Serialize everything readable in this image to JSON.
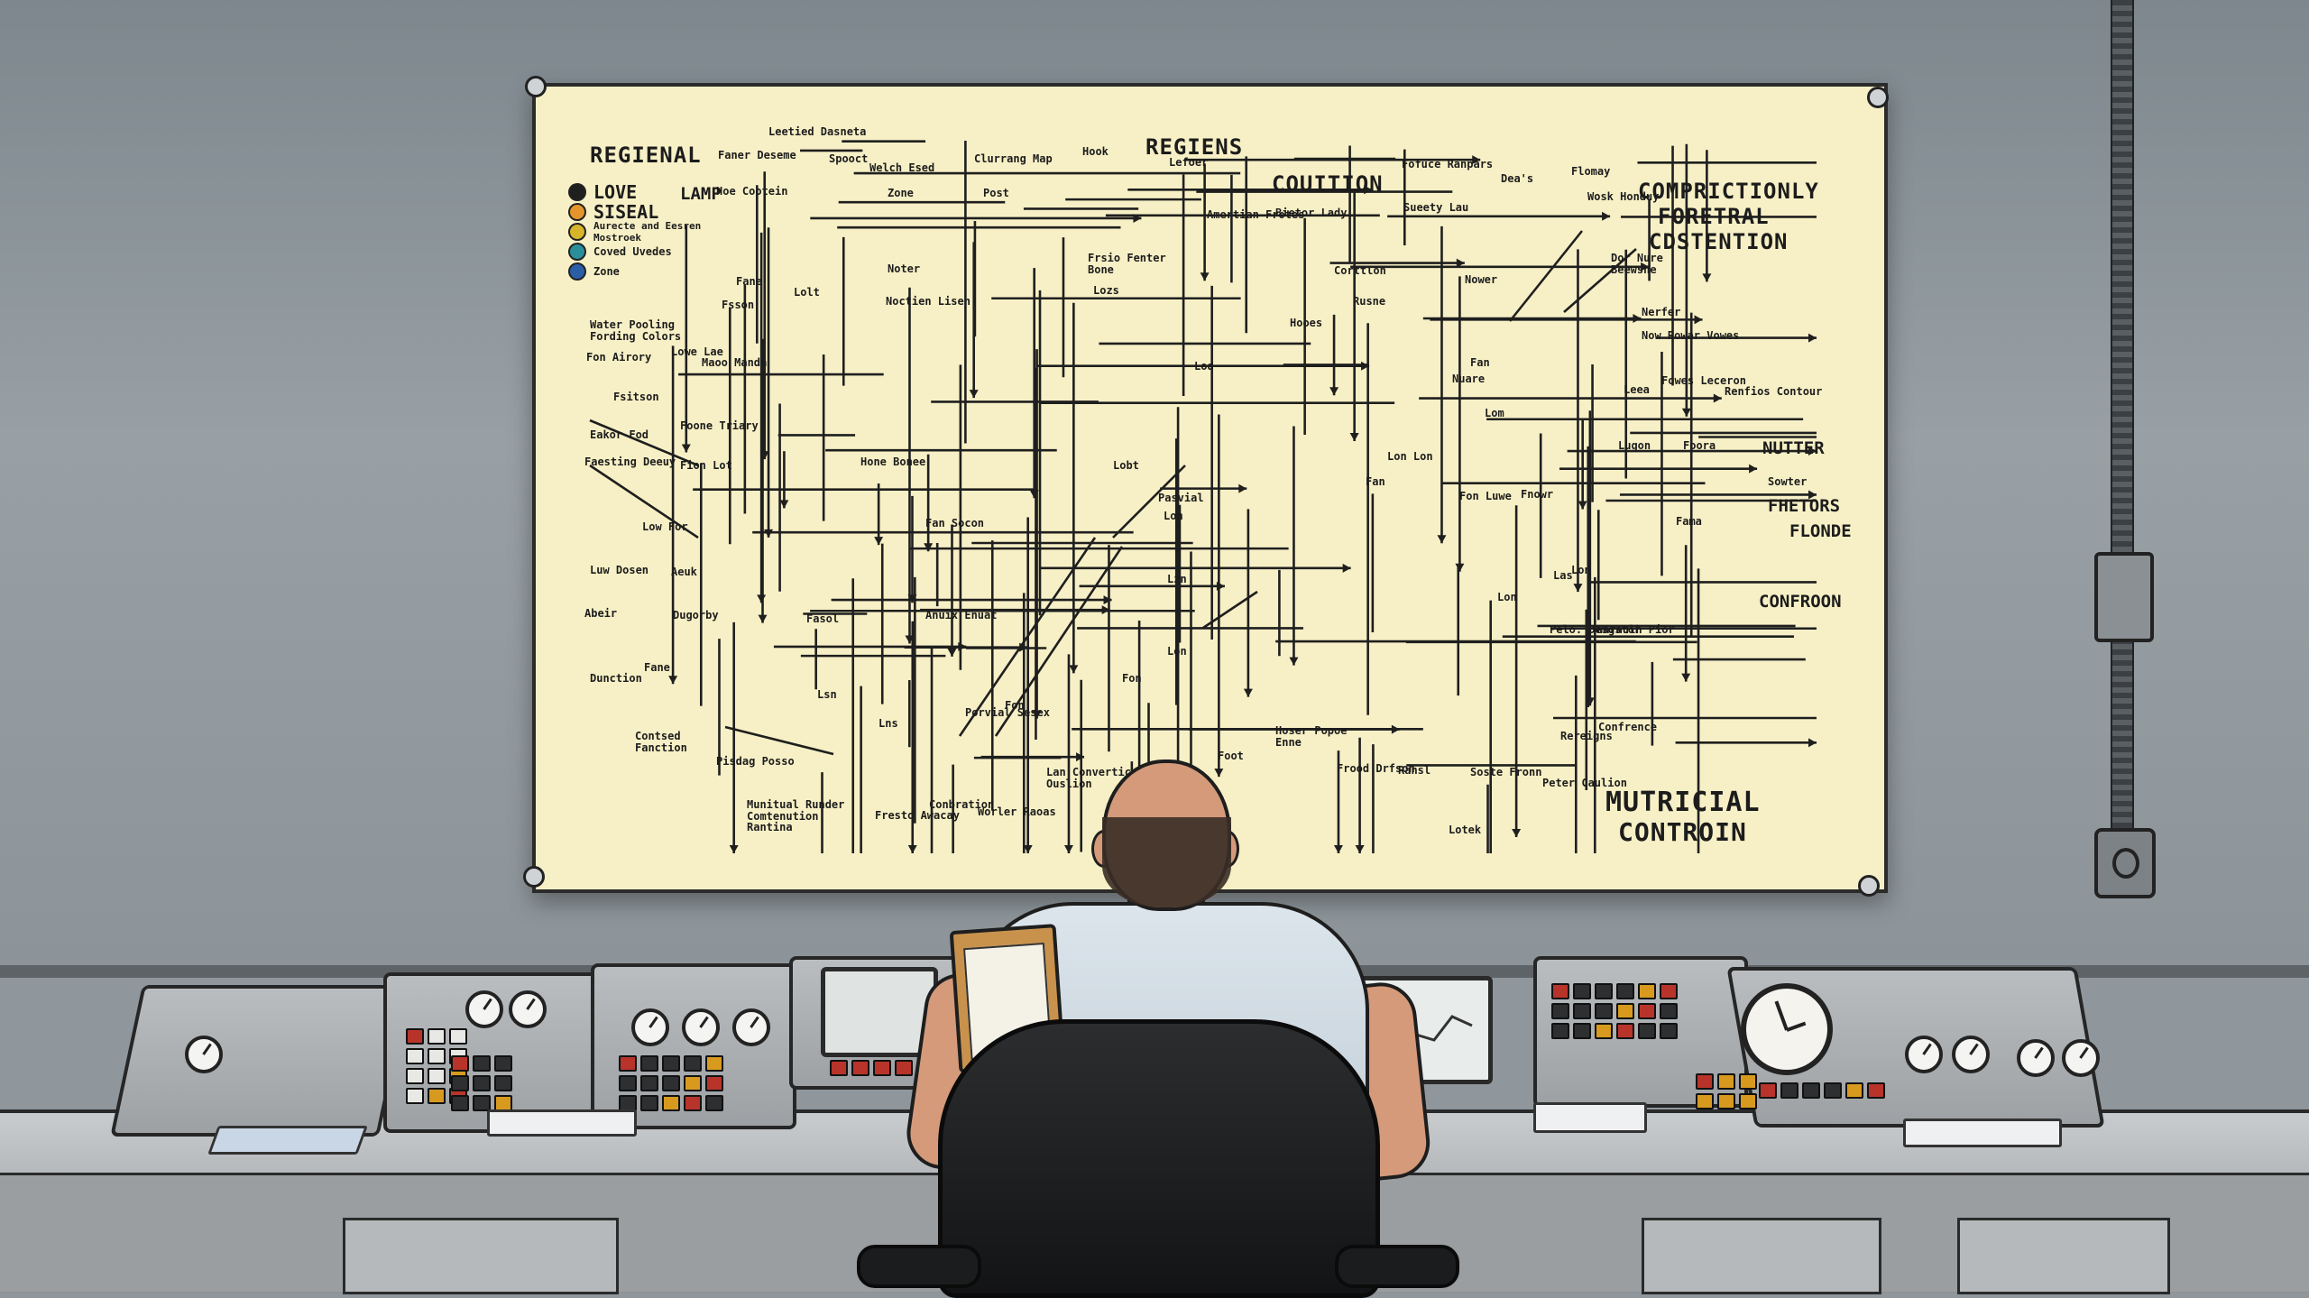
{
  "scene": {
    "description_free": true
  },
  "poster": {
    "headings": {
      "regienal": "REGIENAL",
      "regiens": "REGIENS",
      "couition": "COUITION",
      "compriction_1": "COMPRICTIONLY",
      "compriction_2": "FORETRAL",
      "compriction_3": "CDSTENTION",
      "mutricial_1": "MUTRICIAL",
      "mutricial_2": "CONTROIN",
      "lamp": "LAMP",
      "nutter": "NUTTER",
      "fhetors": "FHETORS",
      "flonde": "FLONDE",
      "confroon": "CONFROON"
    },
    "legend": [
      {
        "label": "LOVE",
        "color": "#1f1f1f"
      },
      {
        "label": "SISEAL",
        "color": "#e3952b"
      },
      {
        "label": "Aurecte and Eesren Mostroek",
        "color": "#d6b52a"
      },
      {
        "label": "Coved Uvedes",
        "color": "#2a8f9a"
      },
      {
        "label": "Zone",
        "color": "#2a5fa8"
      }
    ],
    "labels": {
      "l1": "Leetied Dasneta",
      "l2": "Faner Deseme",
      "l3": "Spooct",
      "l4": "Welch Esed",
      "l5": "Clurrang Map",
      "l6": "Hook",
      "l7": "Lefoer",
      "l8": "Fofuce Ranpars",
      "l9": "Dea's",
      "l10": "Flomay",
      "l11": "Hoe Cootein",
      "l12": "Zone",
      "l13": "Post",
      "l14": "Amertian Frotes",
      "l15": "Bietor Lady",
      "l16": "Wosk Honduy",
      "l17": "Water Pooling Fording Colors",
      "l18": "Fsitson",
      "l19": "Eakor Fod",
      "l20": "Faesting Deeuy",
      "l21": "Low For",
      "l22": "Luw Dosen",
      "l23": "Abeir",
      "l24": "Dugorby",
      "l25": "Dunction",
      "l26": "Contsed Fanction",
      "l27": "Munitual Runder Comtenution Rantina",
      "l28": "Fresto Awacay",
      "l29": "Conbration",
      "l30": "Worler Raoas",
      "l31": "Porvial Sesex",
      "l32": "Lan Convertical Ouslion",
      "l33": "Hoser Popoe Enne",
      "l34": "Frood Drfson",
      "l35": "Ransl",
      "l36": "Soste Fronn",
      "l37": "Peter Caulion",
      "l38": "Lotek",
      "l39": "Rereigns",
      "l40": "Confrence",
      "l41": "Pelo. Desgstor",
      "l42": "Waraulh Pior",
      "l43": "Lugon",
      "l44": "Foora",
      "l45": "Fowes Leceron",
      "l46": "Renfios Contour",
      "l47": "Sowter",
      "l48": "Fama",
      "l49": "Fnowr",
      "l50": "Corttlon",
      "l51": "Rusne",
      "l52": "Nower",
      "l53": "Dor Nure Beewsne",
      "l54": "Nerfer",
      "l55": "Now Rowar Vowes",
      "l56": "Leea",
      "l57": "Nuare",
      "l58": "Sueety Lau",
      "l59": "Frsio Fenter Bone",
      "l60": "Noter",
      "l61": "Noctien Lisen",
      "l62": "Lowe Lae",
      "l63": "Maoo Manda",
      "l64": "Fon Airory",
      "l65": "Fsson",
      "l66": "Lolt",
      "l67": "Fane",
      "l68": "Foone Triary",
      "l69": "Fion Lot",
      "l70": "Aeuk",
      "l71": "Fane",
      "l72": "Pisdag Posso",
      "l73": "Fan Socon",
      "l74": "Lsn",
      "l75": "Anuix Enuat",
      "l76": "Fasol",
      "l77": "Lns",
      "l78": "Lobt",
      "l79": "Lon",
      "l80": "Hone Bonee",
      "l81": "Lzn",
      "l82": "Fan",
      "l83": "Lon",
      "l84": "Lon",
      "l85": "Foot",
      "l86": "Lon Lon",
      "l87": "Fon Luwe",
      "l88": "Las",
      "l89": "Pasvial",
      "l90": "Lod",
      "l91": "Lozs",
      "l92": "Hooes",
      "l93": "Fan",
      "l94": "Lom",
      "l95": "Fon",
      "l96": "Lon",
      "l97": "Fon"
    }
  },
  "colors": {
    "wall": "#8f979c",
    "poster": "#f7f0c6",
    "ink": "#1c1c1c",
    "console": "#b1b5b8",
    "shirt": "#d2dce4",
    "chair": "#1b1c1d"
  },
  "icons": [
    "gauge-icon",
    "clock-icon",
    "outlet-icon",
    "junction-box-icon"
  ]
}
